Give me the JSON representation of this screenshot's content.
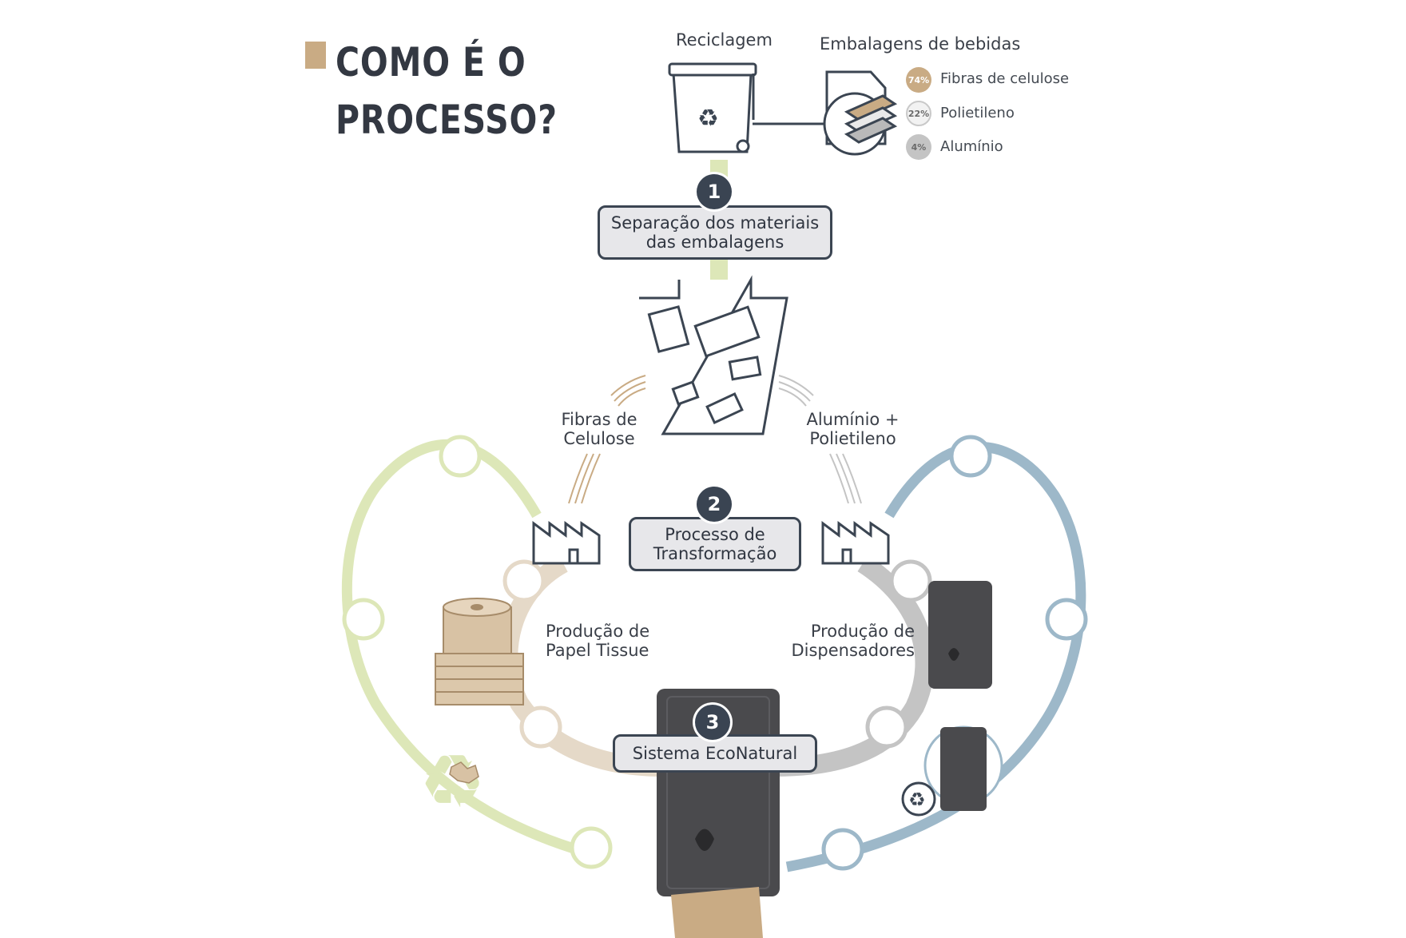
{
  "title": {
    "line1": "COMO É O",
    "line2": "PROCESSO?"
  },
  "top": {
    "recycling_label": "Reciclagem",
    "packaging_label": "Embalagens de bebidas",
    "composition": [
      {
        "pct": "74%",
        "label": "Fibras de celulose",
        "color": "#c9ab84"
      },
      {
        "pct": "22%",
        "label": "Polietileno",
        "color": "#e9e9e9"
      },
      {
        "pct": "4%",
        "label": "Alumínio",
        "color": "#b9b9b9"
      }
    ]
  },
  "steps": [
    {
      "number": "1",
      "line1": "Separação dos materiais",
      "line2": "das embalagens"
    },
    {
      "number": "2",
      "line1": "Processo de",
      "line2": "Transformação"
    },
    {
      "number": "3",
      "line1": "Sistema EcoNatural",
      "line2": ""
    }
  ],
  "labels": {
    "fibras_l1": "Fibras de",
    "fibras_l2": "Celulose",
    "aluminio_l1": "Alumínio +",
    "aluminio_l2": "Polietileno",
    "papel_l1": "Produção de",
    "papel_l2": "Papel Tissue",
    "disp_l1": "Produção de",
    "disp_l2": "Dispensadores"
  },
  "colors": {
    "green_loop": "#dde7b8",
    "blue_loop": "#9db8c9",
    "tan_loop": "#e5d9c8",
    "gray_loop": "#c4c4c4",
    "dark": "#3b4552",
    "dispenser": "#4a4a4d",
    "tan": "#c9ab84"
  }
}
